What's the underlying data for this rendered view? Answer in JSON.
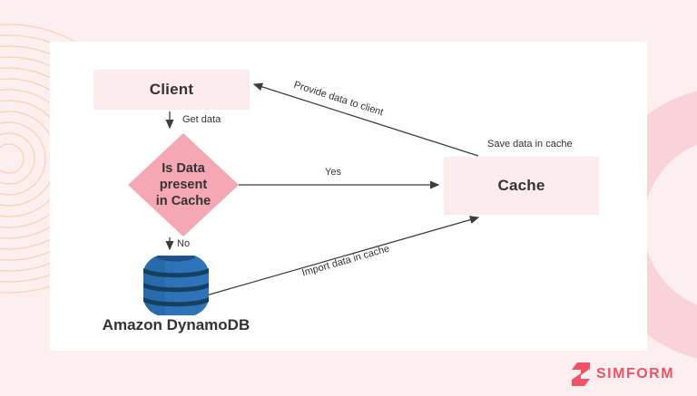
{
  "nodes": {
    "client": {
      "label": "Client"
    },
    "decision": {
      "line1": "Is Data",
      "line2": "present",
      "line3": "in Cache"
    },
    "cache": {
      "label": "Cache"
    },
    "dynamodb": {
      "label": "Amazon DynamoDB"
    }
  },
  "edges": {
    "get_data": "Get data",
    "yes": "Yes",
    "no": "No",
    "provide_data": "Provide data to client",
    "save_data": "Save data in cache",
    "import_data": "Import data in cache"
  },
  "icons": {
    "dynamodb": "dynamodb-database-icon",
    "simform": "simform-s-icon"
  },
  "colors": {
    "background": "#fdeef0",
    "canvas": "#ffffff",
    "node_fill": "#fcecee",
    "diamond_fill": "#f5a8b4",
    "arrow": "#3d3d3d",
    "text": "#333333",
    "brand": "#ee5368",
    "right_ring": "#f9d2da",
    "left_rings": "#f7cda2",
    "dynamodb_blue": "#2e72b8",
    "dynamodb_dark": "#16405f"
  },
  "branding": {
    "name": "SIMFORM"
  }
}
